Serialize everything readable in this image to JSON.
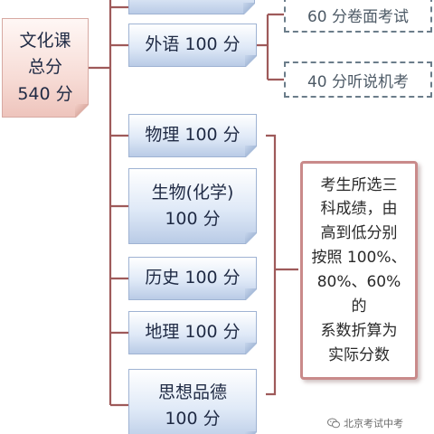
{
  "root": {
    "text": "文化课\n总分\n540 分"
  },
  "subjects": [
    {
      "label": "外语 100 分"
    },
    {
      "label": "物理 100 分"
    },
    {
      "label": "生物(化学)\n100 分"
    },
    {
      "label": "历史 100 分"
    },
    {
      "label": "地理 100 分"
    },
    {
      "label": "思想品德\n100 分"
    }
  ],
  "exams": [
    {
      "label": "60 分卷面考试"
    },
    {
      "label": "40 分听说机考"
    }
  ],
  "note": {
    "text": "考生所选三\n科成绩，由\n高到低分别\n按照 100%、\n80%、60%的\n系数折算为\n实际分数"
  },
  "watermark": {
    "text": "北京考试中考",
    "icon": "wechat-icon"
  },
  "colors": {
    "line": "#9e5a5a",
    "subject_fill": "#dfe9f7",
    "root_fill": "#f7dcd6",
    "note_border": "#c98a8a",
    "exam_border": "#6b7d8a"
  }
}
